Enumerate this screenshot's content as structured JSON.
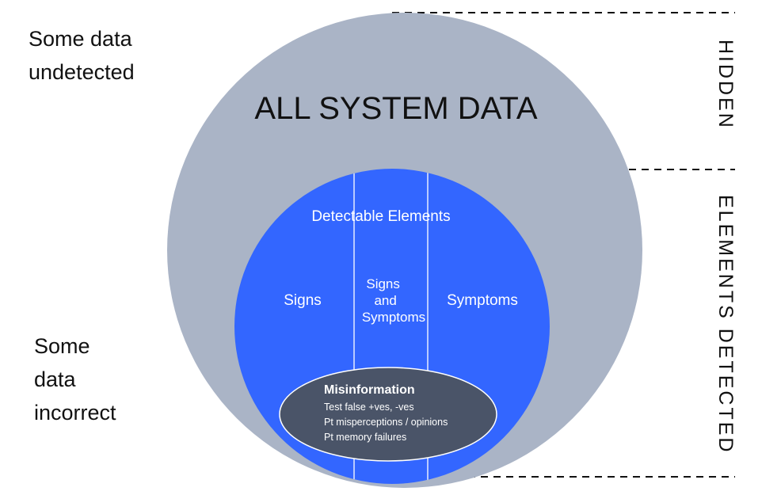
{
  "annotations": {
    "undetected": [
      "Some data",
      "undetected"
    ],
    "incorrect": [
      "Some",
      "data",
      "incorrect"
    ]
  },
  "zones": {
    "hidden": "HIDDEN",
    "detected": "ELEMENTS DETECTED"
  },
  "outer_circle": {
    "title": "ALL SYSTEM DATA",
    "color": "#aab4c6"
  },
  "inner_circle": {
    "title": "Detectable Elements",
    "color": "#3366ff",
    "sections": {
      "left": "Signs",
      "middle": [
        "Signs",
        "and",
        "Symptoms"
      ],
      "right": "Symptoms"
    }
  },
  "misinformation": {
    "title": "Misinformation",
    "items": [
      "Test false +ves, -ves",
      "Pt misperceptions / opinions",
      "Pt memory failures"
    ],
    "color": "#4a5468"
  }
}
